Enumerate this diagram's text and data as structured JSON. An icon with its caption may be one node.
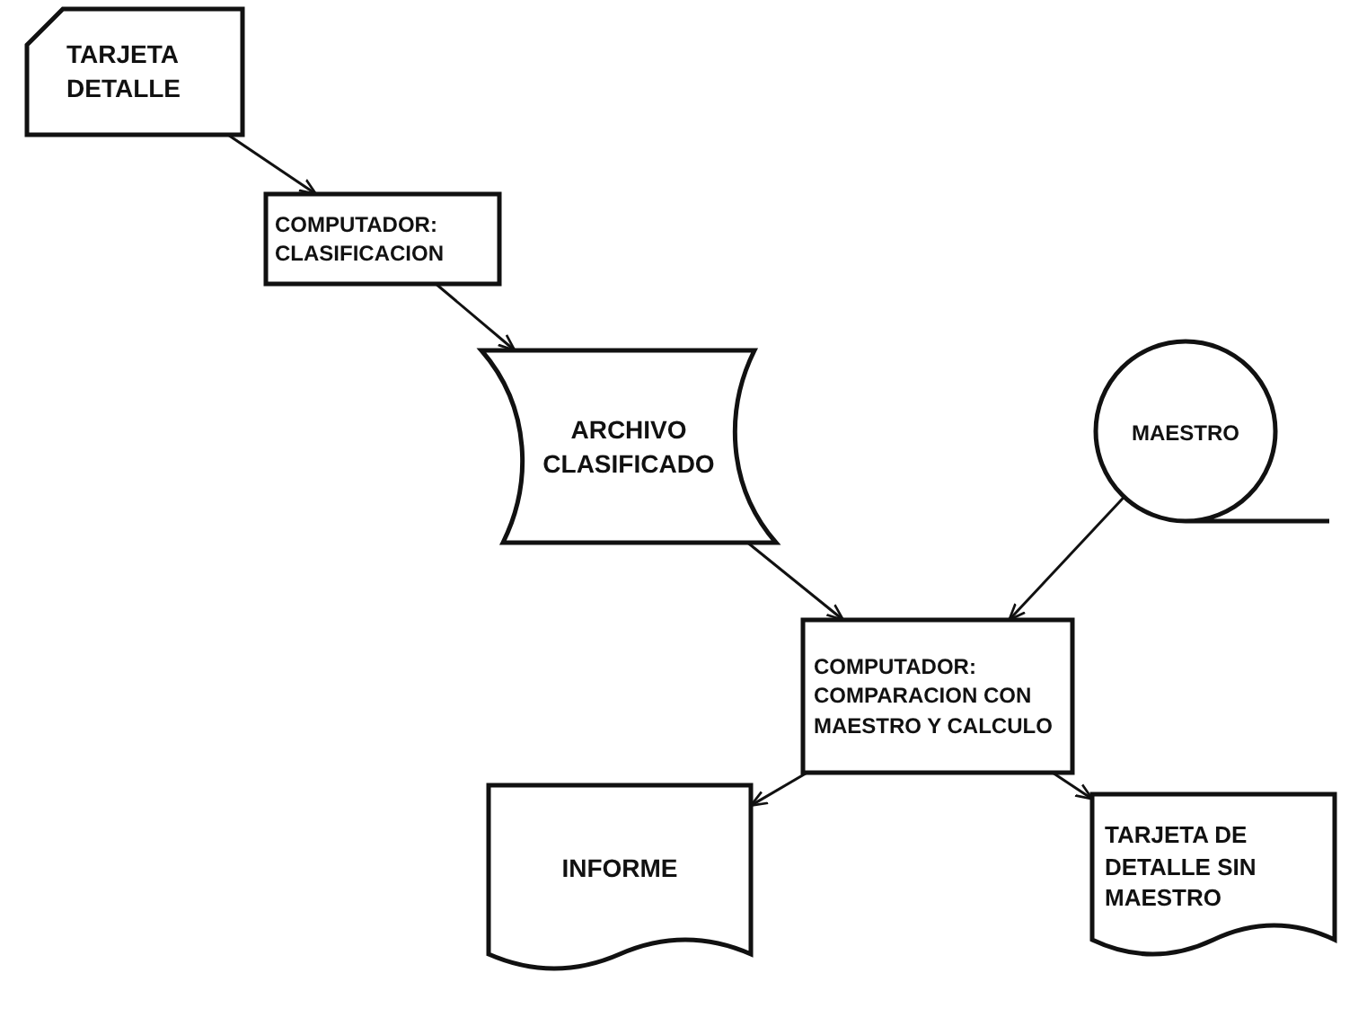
{
  "diagram": {
    "nodes": [
      {
        "text": [
          "TARJETA DETALLE"
        ]
      },
      {
        "text": [
          "COMPUTADOR: CLASIFICACION"
        ]
      },
      {
        "text": [
          "ARCHIVO CLASIFICADO"
        ]
      },
      {
        "text": [
          "MAESTRO"
        ]
      },
      {
        "text": [
          "COMPUTADOR: COMPARACION CON MAESTRO Y CALCULO"
        ]
      },
      {
        "text": [
          "INFORME"
        ]
      },
      {
        "text": [
          "TARJETA DE DETALLE SIN MAESTRO"
        ]
      }
    ],
    "edges": [
      {
        "from": 0,
        "to": 1,
        "arrow": "to"
      },
      {
        "from": 1,
        "to": 2,
        "arrow": "to"
      },
      {
        "from": 2,
        "to": 4,
        "arrow": "to"
      },
      {
        "from": 3,
        "to": 4,
        "arrow": "to"
      },
      {
        "from": 4,
        "to": 5,
        "arrow": "to"
      },
      {
        "from": 4,
        "to": 6,
        "arrow": "to"
      }
    ]
  }
}
